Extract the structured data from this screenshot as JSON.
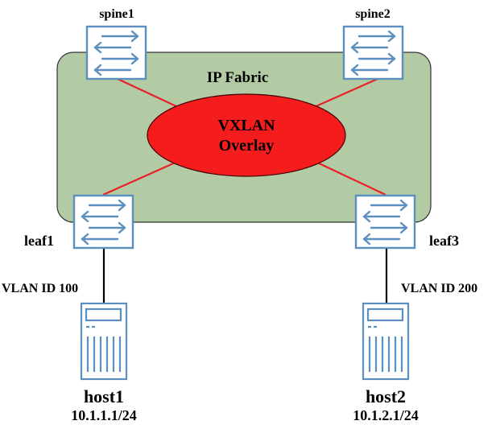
{
  "title": "VXLAN Overlay over IP Fabric",
  "colors": {
    "fabric_fill": "#b3cba5",
    "fabric_stroke": "#333333",
    "overlay_fill": "#f41c1c",
    "overlay_stroke": "#400000",
    "link_underlay": "#e8202a",
    "link_access": "#000000",
    "device_stroke": "#5b8fc0",
    "device_fill": "#ffffff"
  },
  "fabric": {
    "label": "IP Fabric"
  },
  "overlay": {
    "line1": "VXLAN",
    "line2": "Overlay"
  },
  "devices": {
    "spine1": {
      "label": "spine1",
      "type": "switch"
    },
    "spine2": {
      "label": "spine2",
      "type": "switch"
    },
    "leaf1": {
      "label": "leaf1",
      "type": "switch"
    },
    "leaf3": {
      "label": "leaf3",
      "type": "switch"
    },
    "host1": {
      "label": "host1",
      "ip": "10.1.1.1/24",
      "type": "server"
    },
    "host2": {
      "label": "host2",
      "ip": "10.1.2.1/24",
      "type": "server"
    }
  },
  "links": [
    {
      "from": "spine1",
      "to": "overlay",
      "kind": "underlay"
    },
    {
      "from": "spine2",
      "to": "overlay",
      "kind": "underlay"
    },
    {
      "from": "leaf1",
      "to": "overlay",
      "kind": "underlay"
    },
    {
      "from": "leaf3",
      "to": "overlay",
      "kind": "underlay"
    },
    {
      "from": "leaf1",
      "to": "host1",
      "kind": "access",
      "label": "VLAN ID 100"
    },
    {
      "from": "leaf3",
      "to": "host2",
      "kind": "access",
      "label": "VLAN ID 200"
    }
  ]
}
